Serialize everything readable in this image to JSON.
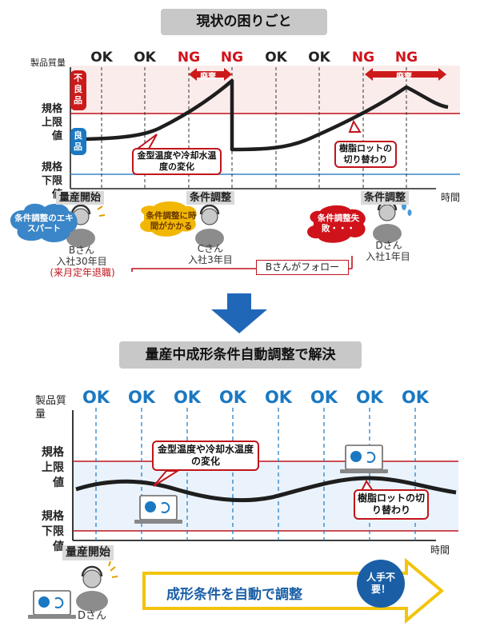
{
  "top": {
    "banner": "現状の困りごと",
    "y_axis_label": "製品質量",
    "x_axis_label": "時間",
    "status_marks": [
      "OK",
      "OK",
      "NG",
      "NG",
      "OK",
      "OK",
      "NG",
      "NG"
    ],
    "scrap_label_1": "廃棄",
    "scrap_label_2": "廃棄",
    "bad_zone": "不良品",
    "good_zone": "良品",
    "upper_limit": "規格上限値",
    "lower_limit": "規格下限値",
    "callout_mold": "金型温度や冷却水温度の変化",
    "callout_resin": "樹脂ロットの切り替わり",
    "event_start": "量産開始",
    "event_adjust_1": "条件調整",
    "event_adjust_2": "条件調整",
    "bubble_expert": "条件調整のエキスパート",
    "bubble_slow": "条件調整に時間がかかる",
    "bubble_fail": "条件調整失敗・・・",
    "person_b_name": "Bさん",
    "person_b_tenure": "入社30年目",
    "person_b_note": "(来月定年退職)",
    "person_c_name": "Cさん",
    "person_c_tenure": "入社3年目",
    "person_d_name": "Dさん",
    "person_d_tenure": "入社1年目",
    "follow_label": "Bさんがフォロー",
    "colors": {
      "ng": "#d0121b",
      "ok": "#222222",
      "limit": "#c0141c",
      "lower": "#3a86c8"
    }
  },
  "bottom": {
    "banner": "量産中成形条件自動調整で解決",
    "y_axis_label": "製品質量",
    "x_axis_label": "時間",
    "status_marks": [
      "OK",
      "OK",
      "OK",
      "OK",
      "OK",
      "OK",
      "OK",
      "OK"
    ],
    "upper_limit": "規格上限値",
    "lower_limit": "規格下限値",
    "callout_mold": "金型温度や冷却水温度の変化",
    "callout_resin": "樹脂ロットの切り替わり",
    "event_start": "量産開始",
    "arrow_text": "成形条件を自動で調整",
    "badge_text": "人手不要！",
    "person_d_name": "Dさん",
    "colors": {
      "ok": "#1a78c2",
      "badge": "#1a5fa6",
      "arrow_text": "#1a5fa6"
    }
  }
}
